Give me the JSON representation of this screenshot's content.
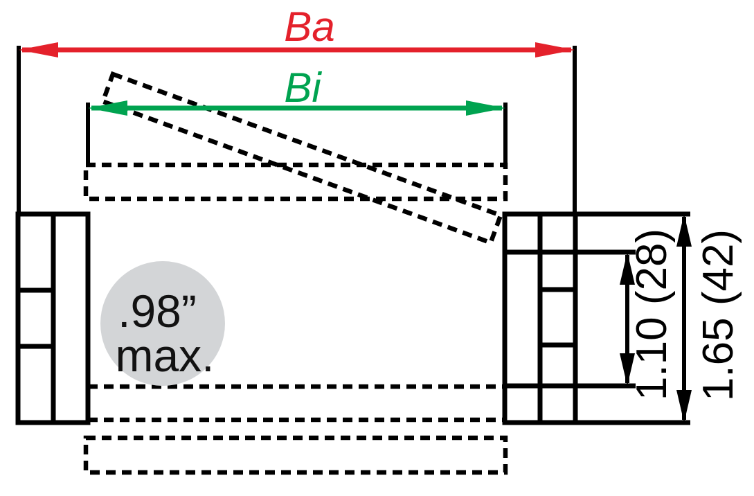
{
  "dimensions": {
    "outer_width": {
      "label": "Ba",
      "color": "#e4212b"
    },
    "inner_width": {
      "label": "Bi",
      "color": "#00a350"
    },
    "inner_height": {
      "label": "1.10 (28)",
      "color": "#000000"
    },
    "outer_height": {
      "label": "1.65 (42)",
      "color": "#000000"
    }
  },
  "badge": {
    "line1": ".98”",
    "line2": "max.",
    "bg_color": "#d3d5d7",
    "watermark_color": "#e0e2e3",
    "text_color": "#121212"
  },
  "drawing": {
    "line_color": "#000000"
  }
}
